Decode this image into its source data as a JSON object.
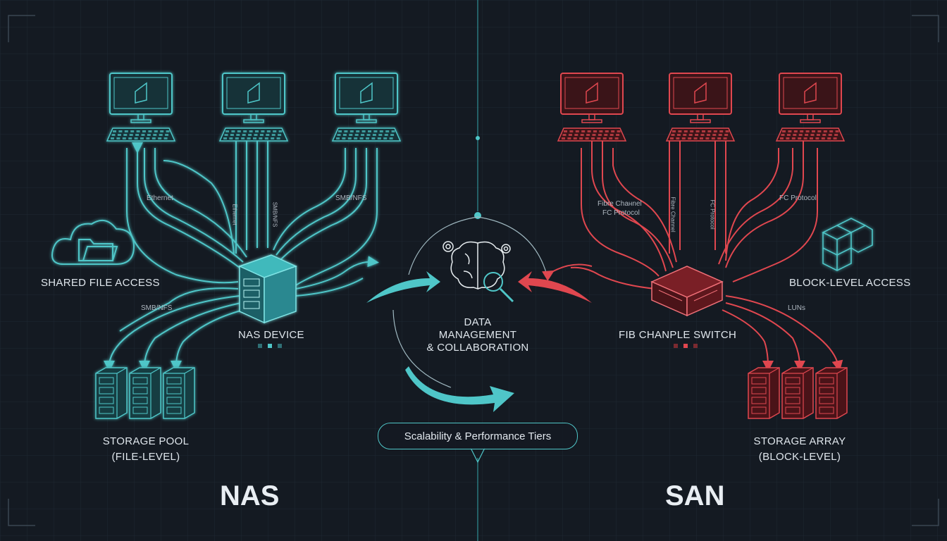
{
  "colors": {
    "background": "#141a22",
    "grid": "#1f2933",
    "nas_accent": "#4fc6c8",
    "san_accent": "#e0474f",
    "text": "#e9eef3"
  },
  "icons": [
    "monitor-icon",
    "keyboard-icon",
    "cloud-folder-icon",
    "server-cube-icon",
    "storage-drive-icon",
    "brain-icon",
    "gear-icon",
    "magnifier-icon",
    "switch-icon",
    "cubes-icon"
  ],
  "nas": {
    "title": "NAS",
    "shared_label": "SHARED FILE ACCESS",
    "device_label": "NAS DEVICE",
    "pool_label_line1": "STORAGE POOL",
    "pool_label_line2": "(FILE-LEVEL)",
    "protocol_ethernet": "Ethernet",
    "protocol_smb_nfs": "SMB/NFS",
    "protocol_smb_nfs_lower": "SMB/NFS",
    "vertical_tag_1": "Ethernet",
    "vertical_tag_2": "SMB/NFS"
  },
  "san": {
    "title": "SAN",
    "block_label": "BLOCK-LEVEL ACCESS",
    "switch_label": "FIB CHANРLE SWITCH",
    "array_label_line1": "STORAGE ARRAY",
    "array_label_line2": "(BLOCK-LEVEL)",
    "protocol_fc_line1": "Fibre Chaнnel",
    "protocol_fc_line2": "FC Protocol",
    "protocol_fc_right": "FC Protocol",
    "luns": "LUNs",
    "vertical_tag_1": "Fibre Channel",
    "vertical_tag_2": "FC Protocol"
  },
  "center": {
    "line1": "DATA",
    "line2": "MANAGEMENT",
    "line3": "& COLLABORATION",
    "tiers": "Scalability & Performance Tiers"
  }
}
